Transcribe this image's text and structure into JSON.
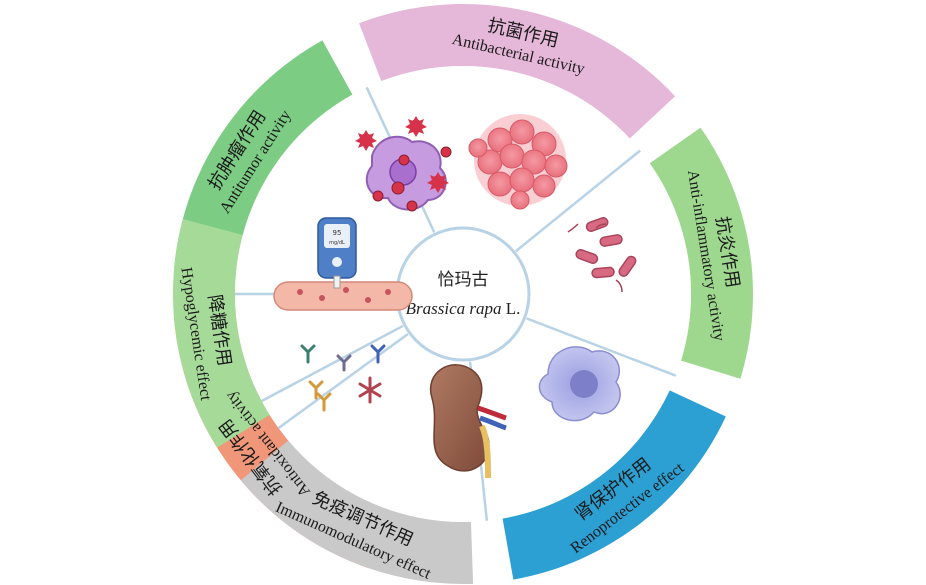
{
  "center": {
    "chinese": "恰玛古",
    "latin": "Brassica rapa",
    "suffix": " L."
  },
  "segments": [
    {
      "cn": "抗氧化作用",
      "en": "Antioxidant activity",
      "color": "#f0977a",
      "icon": "antioxidant-cell-icon"
    },
    {
      "cn": "抗肿瘤作用",
      "en": "Antitumor activity",
      "color": "#7ccc84",
      "icon": "tumor-cluster-icon"
    },
    {
      "cn": "抗菌作用",
      "en": "Antibacterial activity",
      "color": "#e5b7d8",
      "icon": "bacteria-icon"
    },
    {
      "cn": "抗炎作用",
      "en": "Anti-inflammatory activity",
      "color": "#9ed88e",
      "icon": "inflammatory-cell-icon"
    },
    {
      "cn": "肾保护作用",
      "en": "Renoprotective effect",
      "color": "#2c9fd3",
      "icon": "kidney-icon"
    },
    {
      "cn": "免疫调节作用",
      "en": "Immunomodulatory effect",
      "color": "#c9c9c9",
      "icon": "antibodies-icon"
    },
    {
      "cn": "降糖作用",
      "en": "Hypoglycemic effect",
      "color": "#a6da99",
      "icon": "glucose-meter-icon"
    }
  ],
  "colors": {
    "divider": "#b8d2e6",
    "ring_background": "#ffffff"
  },
  "glucose_meter": {
    "value": "95",
    "unit": "mg/dL"
  }
}
